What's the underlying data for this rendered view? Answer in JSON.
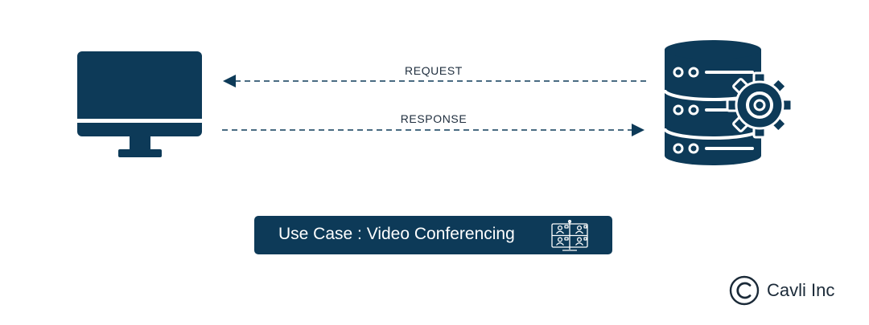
{
  "diagram": {
    "request_label": "REQUEST",
    "response_label": "RESPONSE"
  },
  "nodes": {
    "client_icon": "desktop-monitor-icon",
    "server_icon": "database-server-gear-icon"
  },
  "banner": {
    "text": "Use Case : Video Conferencing",
    "icon": "video-conference-grid-icon"
  },
  "brand": {
    "name": "Cavli Inc",
    "icon": "cavli-logo-icon"
  },
  "colors": {
    "primary": "#0d3a58",
    "text": "#1e2d3d",
    "background": "#ffffff"
  }
}
